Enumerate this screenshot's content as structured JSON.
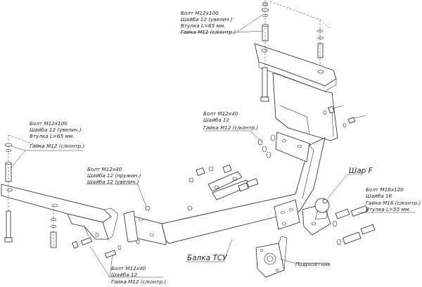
{
  "callouts": {
    "top_right": {
      "line1": "Болт M12x100",
      "line2": "Шайба 12 (увелич.)",
      "line3": "Втулка L=65 мм.",
      "line4": "Гайка M12 (с/контр.)"
    },
    "middle": {
      "line1": "Болт M12x40",
      "line2": "Шайба 12",
      "line3": "Гайка M12 (с/контр.)"
    },
    "left": {
      "line1": "Болт M12x100",
      "line2": "Шайба 12 (увелич.)",
      "line3": "Втулка L=65 мм.",
      "line4": "Гайка M12 (с/контр.)"
    },
    "left_center": {
      "line1": "Болт M12x40",
      "line2": "Шайба 12 (пружин.)",
      "line3": "Шайба 12 (увелич.)"
    },
    "bottom_left": {
      "line1": "Болт M12x40",
      "line2": "Шайба 12",
      "line3": "Гайка M12 (с/контр.)"
    },
    "right": {
      "line1": "Болт M16x120",
      "line2": "Шайба 16",
      "line3": "Гайка M16 (с/контр.)",
      "line4": "Втулка L=55 мм."
    },
    "ball": "Шар F",
    "beam": "Балка ТСУ",
    "socket": "Подрозетник"
  }
}
